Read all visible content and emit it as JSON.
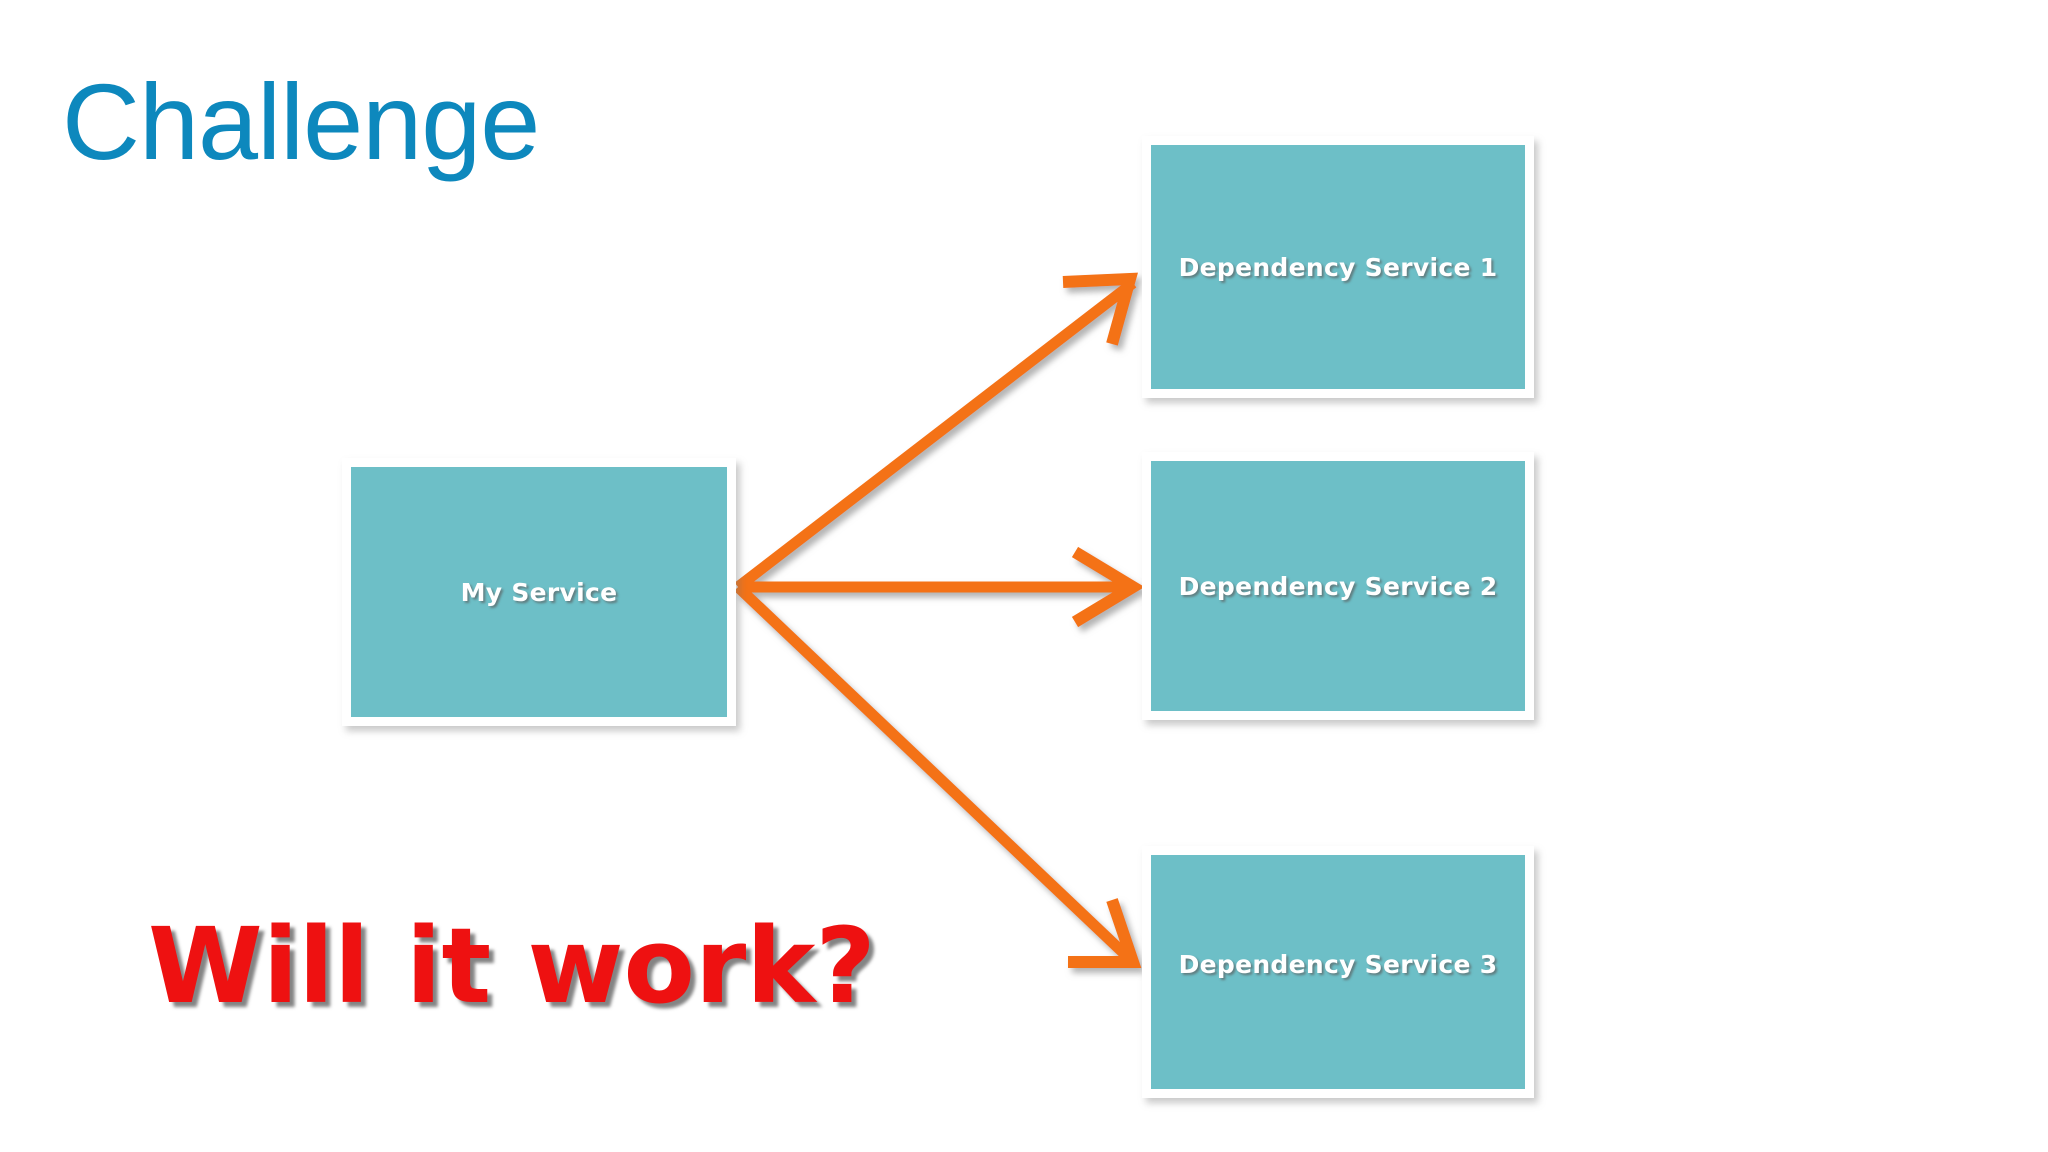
{
  "slide": {
    "title": "Challenge",
    "question": "Will it work?",
    "background_color": "#ffffff",
    "title_color": "#0d88bd",
    "question_color": "#ee1111"
  },
  "diagram": {
    "node_fill_color": "#6dbfc7",
    "node_border_color": "#ffffff",
    "node_label_color": "#ffffff",
    "arrow_color": "#f47216",
    "source": {
      "id": "my-service",
      "label": "My Service"
    },
    "targets": [
      {
        "id": "dependency-service-1",
        "label": "Dependency Service 1"
      },
      {
        "id": "dependency-service-2",
        "label": "Dependency Service 2"
      },
      {
        "id": "dependency-service-3",
        "label": "Dependency Service 3"
      }
    ],
    "edges": [
      {
        "from": "my-service",
        "to": "dependency-service-1",
        "style": "arrow"
      },
      {
        "from": "my-service",
        "to": "dependency-service-2",
        "style": "arrow"
      },
      {
        "from": "my-service",
        "to": "dependency-service-3",
        "style": "arrow"
      }
    ]
  }
}
